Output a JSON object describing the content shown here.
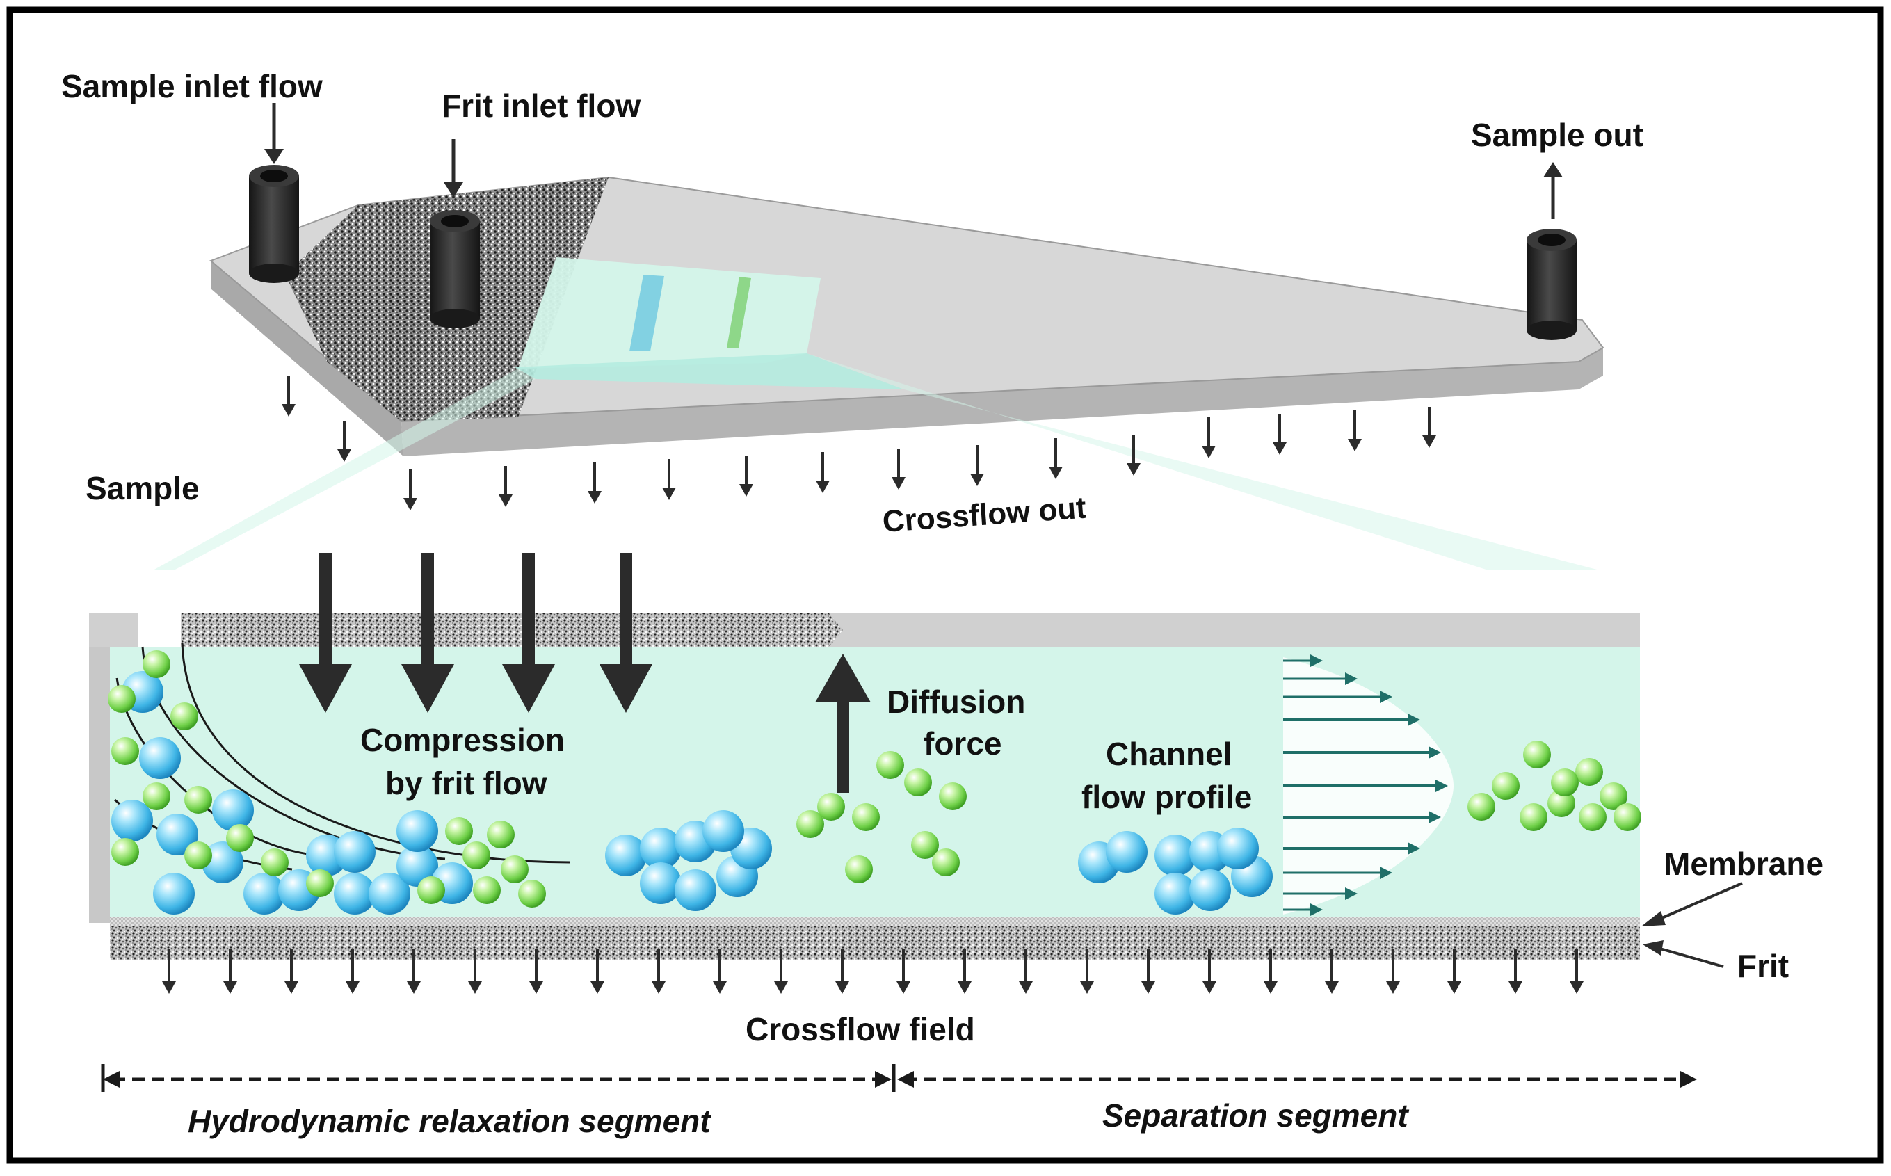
{
  "labels": {
    "sample_inlet_flow": "Sample inlet flow",
    "frit_inlet_flow": "Frit inlet flow",
    "sample_out": "Sample out",
    "sample": "Sample",
    "crossflow_out": "Crossflow out",
    "compression_line1": "Compression",
    "compression_line2": "by frit flow",
    "diffusion_line1": "Diffusion",
    "diffusion_line2": "force",
    "channel_line1": "Channel",
    "channel_line2": "flow profile",
    "membrane": "Membrane",
    "frit": "Frit",
    "crossflow_field": "Crossflow field",
    "hydrodynamic_segment": "Hydrodynamic relaxation  segment",
    "separation_segment": "Separation segment"
  },
  "colors": {
    "channel_fill": "#d4f5ea",
    "plate_top": "#d7d7d7",
    "plate_side": "#a9a9a9",
    "port": "#2c2c2c",
    "arrow": "#2b2b2b",
    "flow_arrow": "#1f6f68",
    "particle_large": "#5cc4ea",
    "particle_small": "#7fd85e",
    "frame": "#000000"
  },
  "icons": {
    "inlet_port": "cylinder-port-icon",
    "frit_texture": "porous-frit-icon",
    "particle_large": "blue-sphere-icon",
    "particle_small": "green-sphere-icon"
  }
}
